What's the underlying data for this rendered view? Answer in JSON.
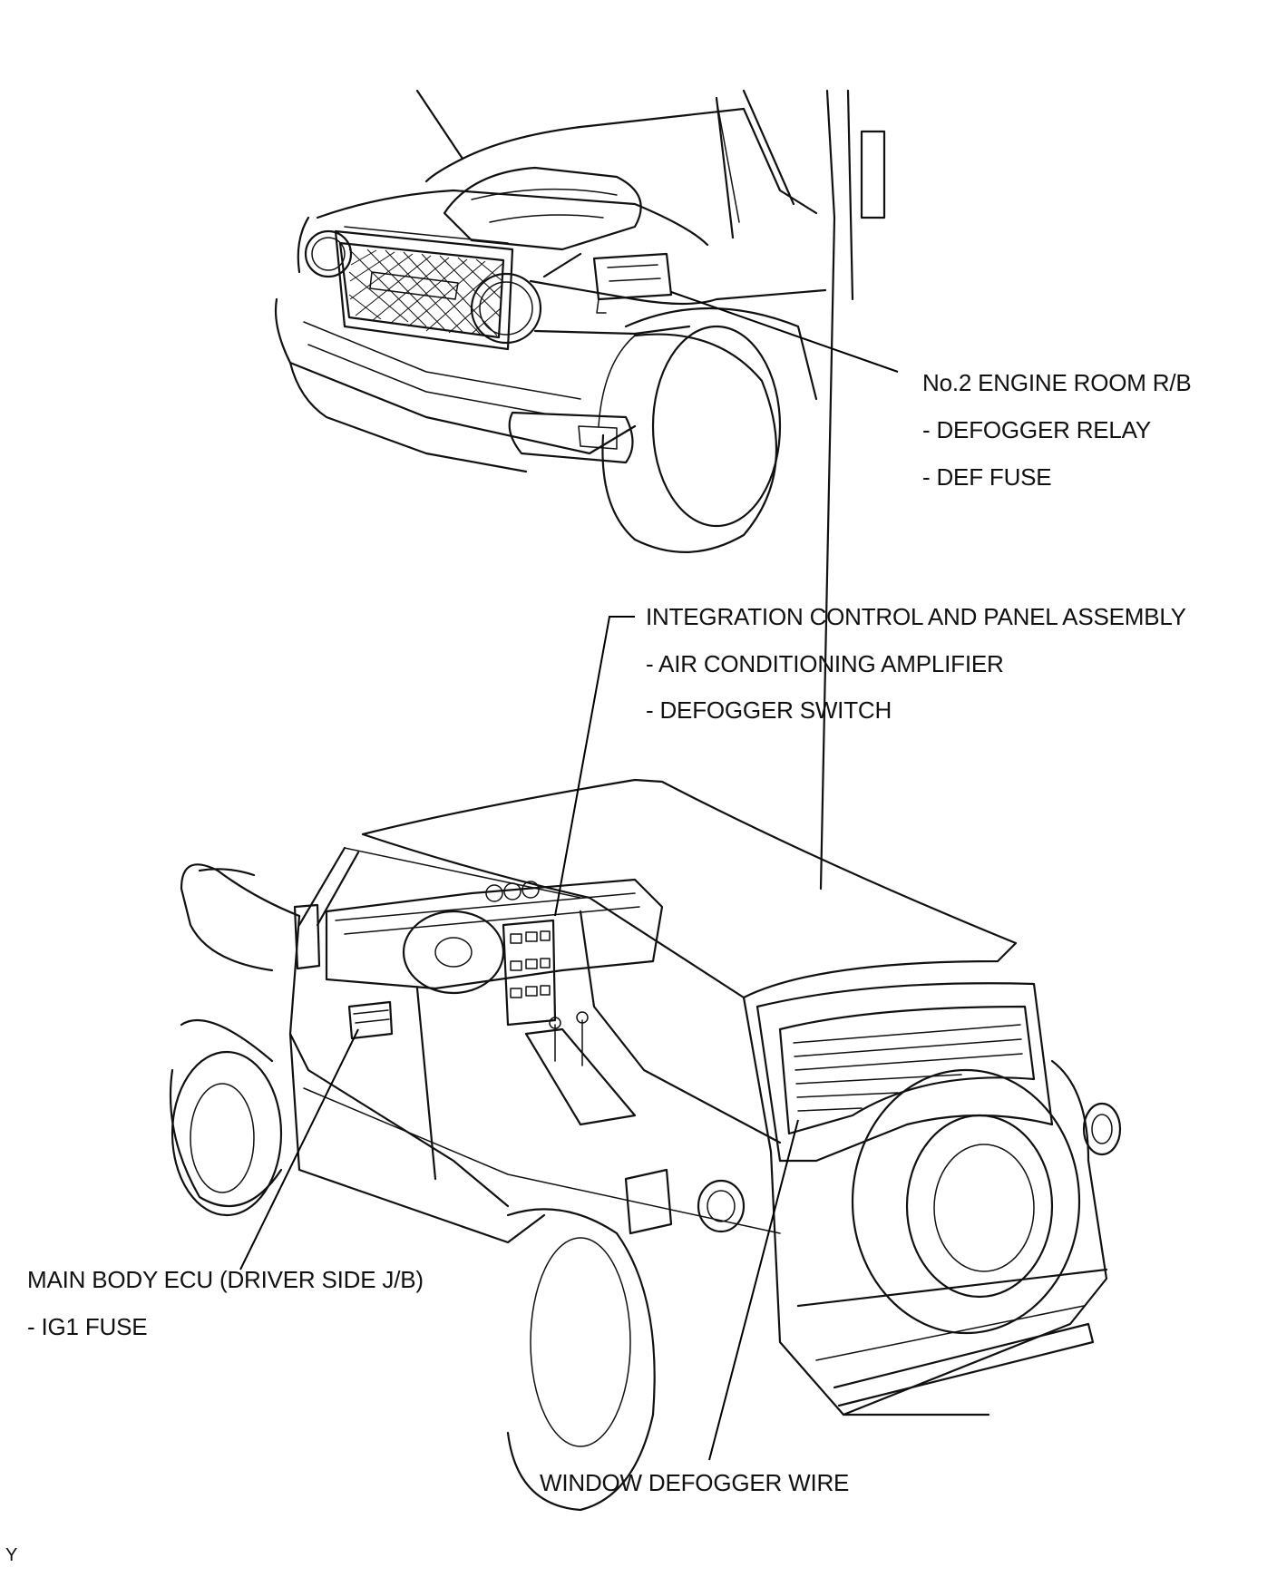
{
  "labels": {
    "engine_rb": "No.2 ENGINE ROOM R/B",
    "defogger_relay": "- DEFOGGER RELAY",
    "def_fuse": "- DEF FUSE",
    "integration_panel": "INTEGRATION CONTROL AND PANEL ASSEMBLY",
    "ac_amplifier": "- AIR CONDITIONING AMPLIFIER",
    "defogger_switch": "- DEFOGGER SWITCH",
    "main_body_ecu": "MAIN BODY ECU (DRIVER SIDE J/B)",
    "ig1_fuse": "- IG1 FUSE",
    "window_defogger_wire": "WINDOW DEFOGGER WIRE",
    "corner_mark": "Y"
  }
}
